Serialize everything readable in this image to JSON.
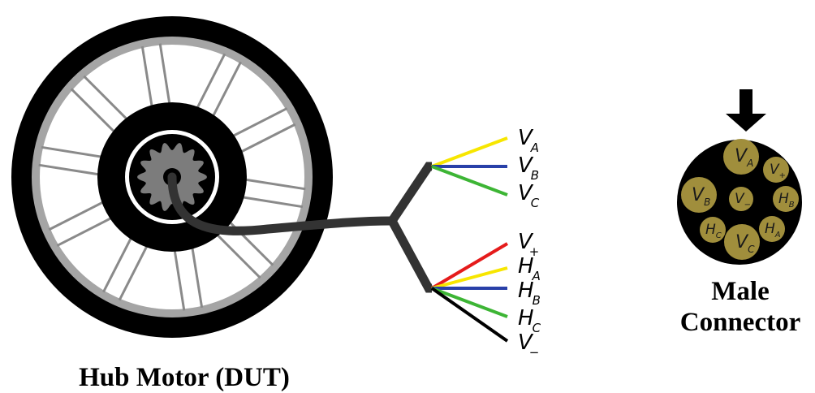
{
  "motor": {
    "caption": "Hub Motor (DUT)"
  },
  "wires": [
    {
      "id": "va",
      "letter": "V",
      "sub": "A",
      "color": "#f7e600"
    },
    {
      "id": "vb",
      "letter": "V",
      "sub": "B",
      "color": "#2940a8"
    },
    {
      "id": "vc",
      "letter": "V",
      "sub": "C",
      "color": "#3db535"
    },
    {
      "id": "vplus",
      "letter": "V",
      "sub": "+",
      "color": "#e51b1b"
    },
    {
      "id": "ha",
      "letter": "H",
      "sub": "A",
      "color": "#f7e600"
    },
    {
      "id": "hb",
      "letter": "H",
      "sub": "B",
      "color": "#2940a8"
    },
    {
      "id": "hc",
      "letter": "H",
      "sub": "C",
      "color": "#3db535"
    },
    {
      "id": "vminus",
      "letter": "V",
      "sub": "−",
      "color": "#000000"
    }
  ],
  "connector": {
    "caption_line1": "Male",
    "caption_line2": "Connector",
    "pin_color": "#a08e3c",
    "body_color": "#000000",
    "pins": [
      {
        "letter": "V",
        "sub": "A"
      },
      {
        "letter": "V",
        "sub": "+"
      },
      {
        "letter": "V",
        "sub": "B"
      },
      {
        "letter": "V",
        "sub": "−"
      },
      {
        "letter": "H",
        "sub": "B"
      },
      {
        "letter": "H",
        "sub": "C"
      },
      {
        "letter": "V",
        "sub": "C"
      },
      {
        "letter": "H",
        "sub": "A"
      }
    ]
  }
}
